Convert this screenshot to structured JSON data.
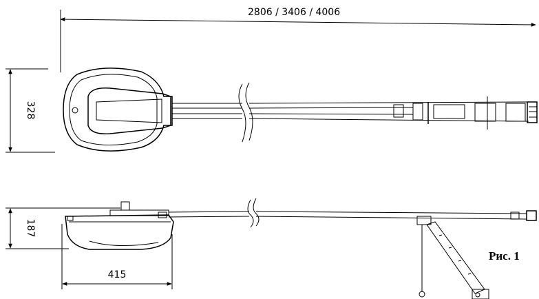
{
  "dimensions": {
    "total_length": "2806 / 3406 / 4006",
    "width": "328",
    "height": "187",
    "motor_length": "415"
  },
  "caption": "Рис. 1"
}
